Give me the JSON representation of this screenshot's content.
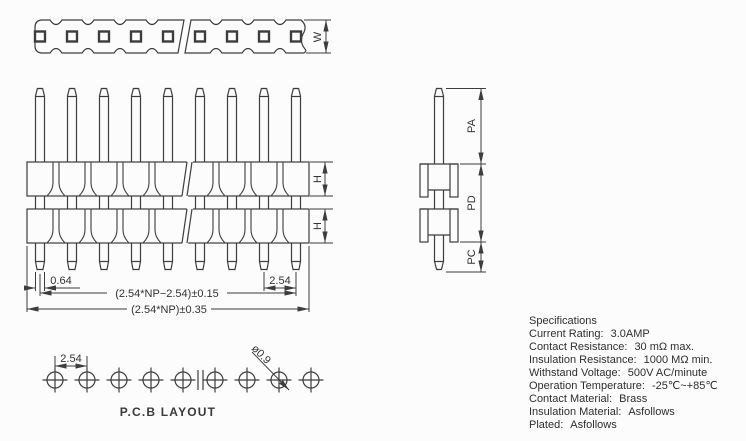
{
  "top_view": {
    "width_label": "W",
    "pad_count": 9
  },
  "front_view": {
    "pin_count": 9,
    "pin_width_dim": "0.64",
    "pitch_dim": "2.54",
    "span_dim": "(2.54*NP−2.54)±0.15",
    "total_dim": "(2.54*NP)±0.35",
    "housing_height_label": "H"
  },
  "side_view": {
    "pa_label": "PA",
    "pd_label": "PD",
    "pc_label": "PC"
  },
  "pcb_layout": {
    "title": "P.C.B LAYOUT",
    "hole_count": 9,
    "pitch_dim": "2.54",
    "hole_dia_dim": "ø0.9"
  },
  "specifications": {
    "title": "Specifications",
    "items": [
      {
        "label": "Current Rating:",
        "value": "3.0AMP"
      },
      {
        "label": "Contact Resistance:",
        "value": "30 mΩ max."
      },
      {
        "label": "Insulation Resistance:",
        "value": "1000 MΩ min."
      },
      {
        "label": "Withstand Voltage:",
        "value": "500V AC/minute"
      },
      {
        "label": "Operation Temperature:",
        "value": "-25℃~+85℃"
      },
      {
        "label": "Contact Material:",
        "value": "Brass"
      },
      {
        "label": "Insulation Material:",
        "value": "Asfollows"
      },
      {
        "label": "Plated:",
        "value": "Asfollows"
      }
    ]
  },
  "colors": {
    "line_color": "#3d3d3d",
    "text_color": "#333333",
    "background": "#fcfcfc"
  }
}
